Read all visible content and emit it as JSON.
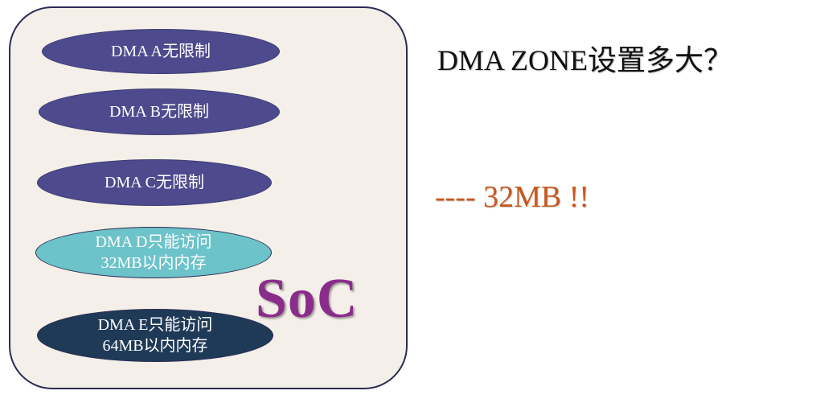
{
  "colors": {
    "box_fill": "#f4efe8",
    "box_border": "#2b2b55",
    "ellipse_purple": "#4e4a8e",
    "ellipse_teal": "#6cc3c9",
    "ellipse_navy": "#1f3a57",
    "soc_text": "#8a2d8a",
    "answer_text": "#c8581e"
  },
  "soc": {
    "label": "SoC",
    "zones": [
      {
        "lines": [
          "DMA A无限制"
        ],
        "fill": "#4e4a8e"
      },
      {
        "lines": [
          "DMA B无限制"
        ],
        "fill": "#4e4a8e"
      },
      {
        "lines": [
          "DMA C无限制"
        ],
        "fill": "#4e4a8e"
      },
      {
        "lines": [
          "DMA D只能访问",
          "32MB以内内存"
        ],
        "fill": "#6cc3c9"
      },
      {
        "lines": [
          "DMA E只能访问",
          "64MB以内内存"
        ],
        "fill": "#1f3a57"
      }
    ]
  },
  "question": "DMA ZONE设置多大？",
  "answer": "---- 32MB !!"
}
